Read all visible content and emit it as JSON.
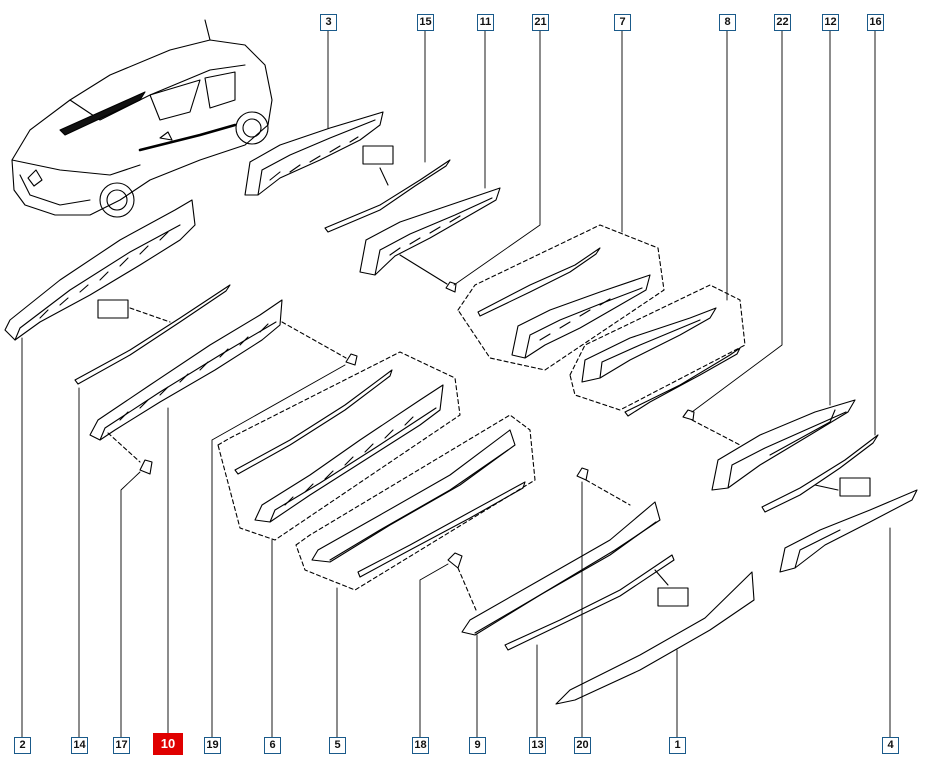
{
  "diagram": {
    "highlighted_part": "10",
    "line_color": "#000000",
    "callout_border_color": "#1a5a8a",
    "highlight_color": "#e00000"
  },
  "callouts_top": [
    "3",
    "15",
    "11",
    "21",
    "7",
    "8",
    "22",
    "12",
    "16"
  ],
  "callouts_bottom": [
    "2",
    "14",
    "17",
    "10",
    "19",
    "6",
    "5",
    "18",
    "9",
    "13",
    "20",
    "1",
    "4"
  ]
}
